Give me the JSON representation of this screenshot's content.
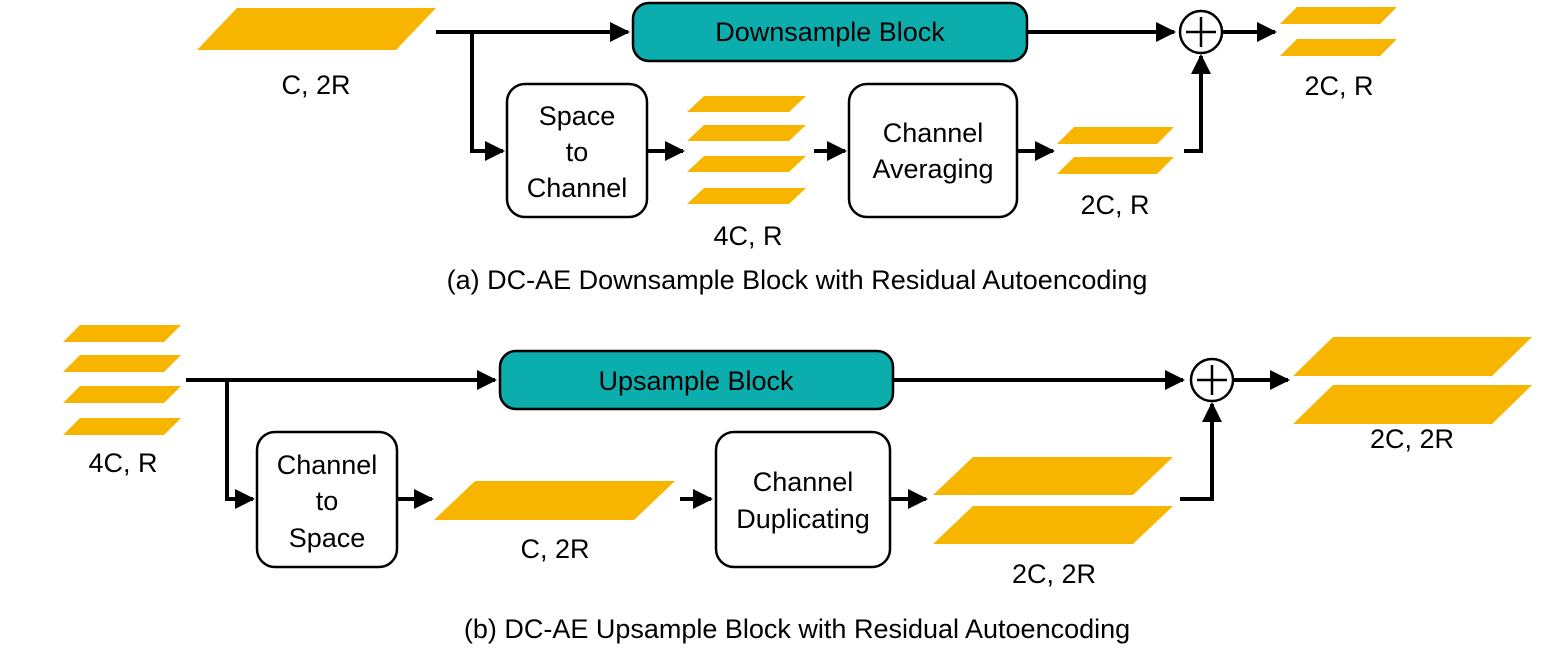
{
  "colors": {
    "feature": "#F8B500",
    "block": "#0BADAD",
    "stroke": "#000000"
  },
  "diagram_a": {
    "input_label": "C, 2R",
    "main_block": "Downsample Block",
    "op1": [
      "Space",
      "to",
      "Channel"
    ],
    "mid_label": "4C, R",
    "op2": [
      "Channel",
      "Averaging"
    ],
    "residual_label": "2C, R",
    "output_label": "2C, R",
    "caption": "(a) DC-AE Downsample Block with Residual Autoencoding"
  },
  "diagram_b": {
    "input_label": "4C, R",
    "main_block": "Upsample Block",
    "op1": [
      "Channel",
      "to",
      "Space"
    ],
    "mid_label": "C, 2R",
    "op2": [
      "Channel",
      "Duplicating"
    ],
    "residual_label": "2C, 2R",
    "output_label": "2C, 2R",
    "caption": "(b) DC-AE Upsample Block with Residual Autoencoding"
  }
}
